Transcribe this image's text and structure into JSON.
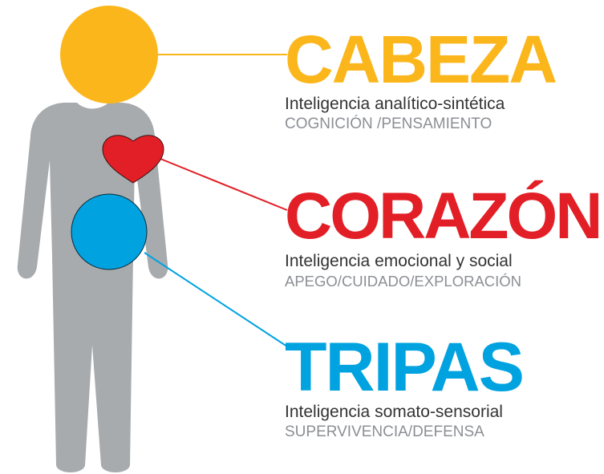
{
  "colors": {
    "body": "#a7abae",
    "head": "#fbb61b",
    "heart": "#e21f26",
    "gut": "#00a3e0",
    "subtitle": "#333333",
    "caption": "#8c8f94"
  },
  "sections": {
    "cabeza": {
      "title": "CABEZA",
      "subtitle": "Inteligencia analítico-sintética",
      "caption": "COGNICIÓN /PENSAMIENTO",
      "color": "#fbb61b",
      "icon": "head-circle"
    },
    "corazon": {
      "title": "CORAZÓN",
      "subtitle": "Inteligencia emocional y social",
      "caption": "APEGO/CUIDADO/EXPLORACIÓN",
      "color": "#e21f26",
      "icon": "heart"
    },
    "tripas": {
      "title": "TRIPAS",
      "subtitle": "Inteligencia somato-sensorial",
      "caption": "SUPERVIVENCIA/DEFENSA",
      "color": "#00a3e0",
      "icon": "gut-circle"
    }
  }
}
